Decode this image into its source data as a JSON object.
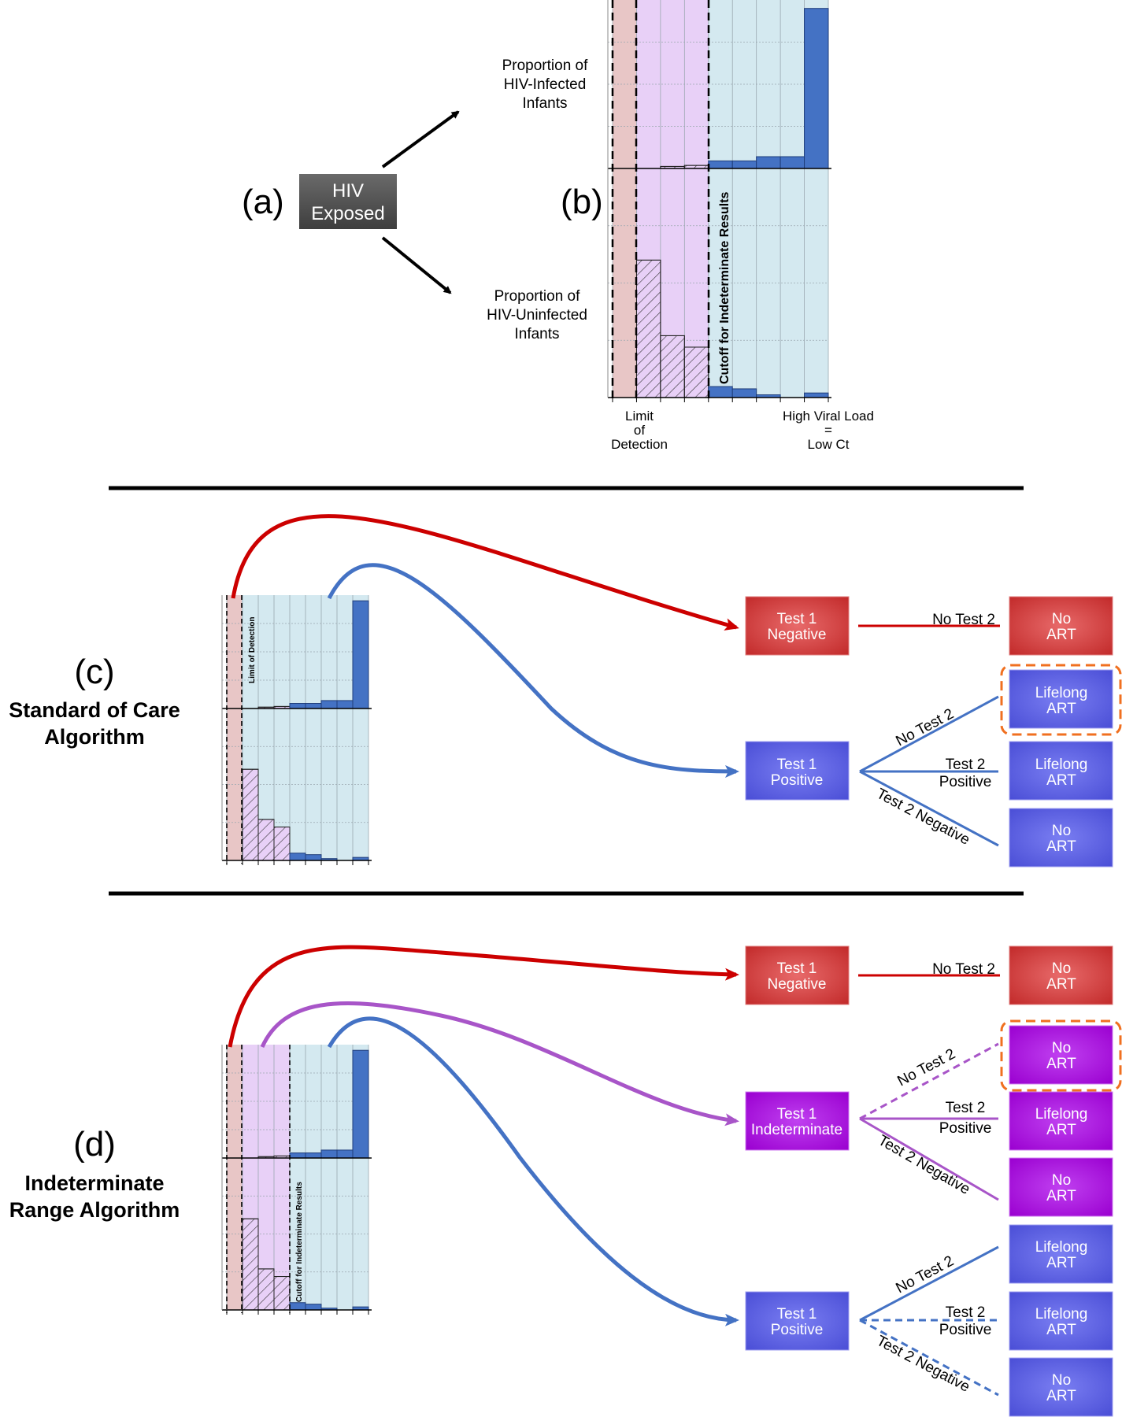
{
  "panels": {
    "a": "(a)",
    "b": "(b)",
    "c": "(c)",
    "d": "(d)"
  },
  "exposed_box": {
    "line1": "HIV",
    "line2": "Exposed"
  },
  "chart_labels": {
    "infected": [
      "Proportion of",
      "HIV-Infected",
      "Infants"
    ],
    "uninfected": [
      "Proportion of",
      "HIV-Uninfected",
      "Infants"
    ],
    "lod": [
      "Limit",
      "of",
      "Detection"
    ],
    "hvl": [
      "High Viral Load",
      "=",
      "Low Ct"
    ],
    "cutoff": "Cutoff for Indeterminate Results",
    "lod_small": "Limit of Detection"
  },
  "algorithms": {
    "c": [
      "Standard of Care",
      "Algorithm"
    ],
    "d": [
      "Indeterminate",
      "Range Algorithm"
    ]
  },
  "tests": {
    "negative": [
      "Test 1",
      "Negative"
    ],
    "positive": [
      "Test 1",
      "Positive"
    ],
    "indeterminate": [
      "Test 1",
      "Indeterminate"
    ]
  },
  "outcomes": {
    "no_art": [
      "No",
      "ART"
    ],
    "lifelong_art": [
      "Lifelong",
      "ART"
    ]
  },
  "branches": {
    "no_test2": "No Test 2",
    "test2_positive": [
      "Test 2",
      "Positive"
    ],
    "test2_negative": "Test 2 Negative"
  },
  "colors": {
    "red": "#cc0000",
    "purple": "#a855c8",
    "blue": "#4472c4",
    "box_red": "#cf3a3a",
    "box_blue": "#5a5ee0",
    "box_purple": "#b018e0",
    "zone_red": "#e8c6c6",
    "zone_purple": "#e8d0f7",
    "zone_blue": "#d4e9f0",
    "bar_blue": "#4472c4",
    "highlight": "#f07020"
  },
  "chart_data": [
    {
      "type": "bar",
      "series": [
        {
          "name": "Proportion of HIV-Infected Infants",
          "values": [
            0,
            0,
            0.012,
            0.018,
            0.045,
            0.045,
            0.07,
            0.07,
            0.95
          ]
        },
        {
          "name": "Proportion of HIV-Uninfected Infants",
          "values": [
            0,
            0.6,
            0.27,
            0.22,
            0.048,
            0.038,
            0.012,
            0,
            0.02
          ]
        }
      ],
      "categories": [
        "",
        "",
        "",
        "",
        "",
        "",
        "",
        "",
        ""
      ],
      "xlabel": "",
      "ylabel": "",
      "annotations": [
        "Limit of Detection",
        "Cutoff for Indeterminate Results",
        "High Viral Load = Low Ct"
      ],
      "grid": true
    }
  ]
}
